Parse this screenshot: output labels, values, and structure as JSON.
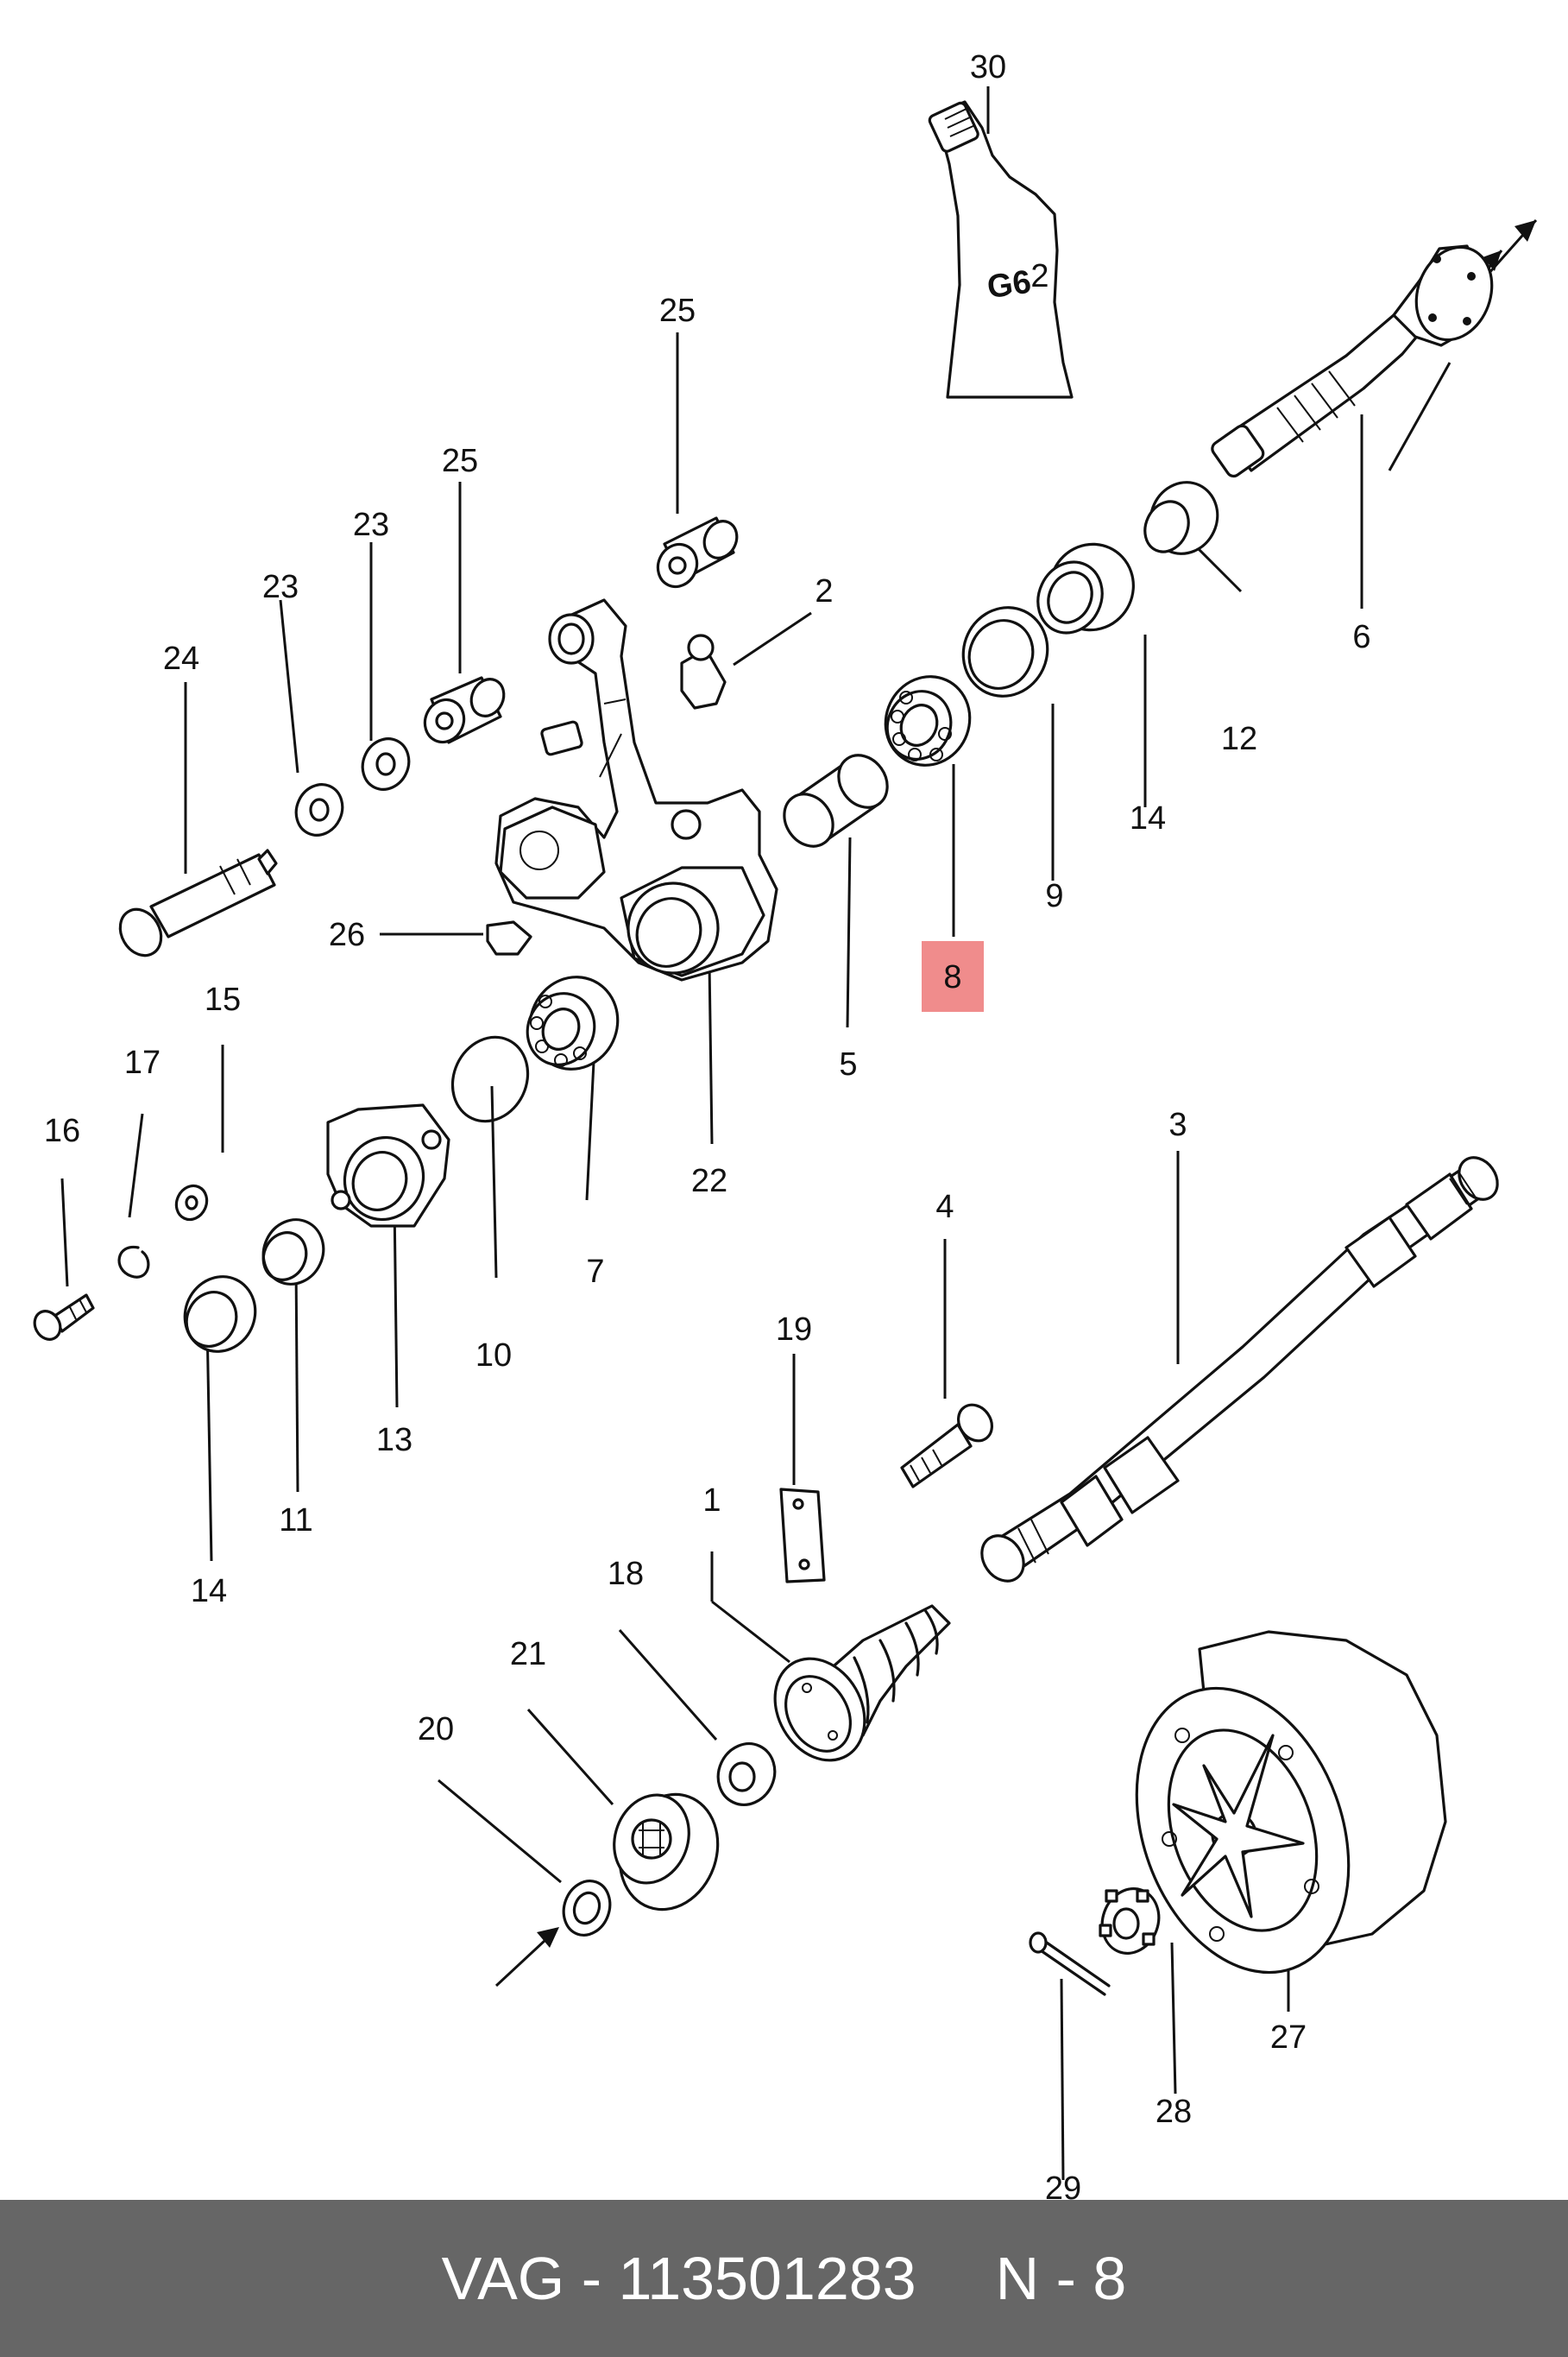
{
  "diagram": {
    "callouts": [
      "1",
      "2",
      "3",
      "4",
      "5",
      "6",
      "7",
      "8",
      "9",
      "10",
      "11",
      "12",
      "13",
      "14",
      "14",
      "15",
      "16",
      "17",
      "18",
      "19",
      "20",
      "21",
      "22",
      "23",
      "23",
      "24",
      "25",
      "25",
      "26",
      "27",
      "28",
      "29",
      "30"
    ],
    "tube_text": "G6",
    "tube_subscript": "2",
    "highlighted_part": "8",
    "highlight_color": "#f08c8c"
  },
  "footer": {
    "part_ref": "VAG - 113501283",
    "page_ref": "N - 8",
    "background": "#666666"
  }
}
